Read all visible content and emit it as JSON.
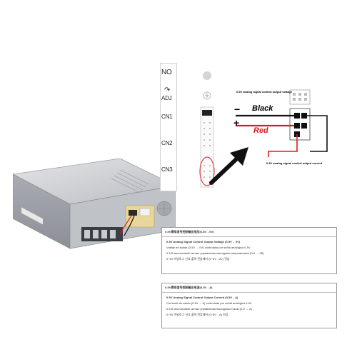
{
  "labels": {
    "no": "NO",
    "adj": "ADJ",
    "cn1": "CN1",
    "cn2": "CN2",
    "cn3": "CN3",
    "adj_symbol": "↷"
  },
  "wiring": {
    "top_note": "0-5V analog signal control output voltage",
    "bottom_note": "0-5V analog signal control output current",
    "black": "Black",
    "red": "Red",
    "minus": "−",
    "plus": "+"
  },
  "info_voltage": {
    "title": "0-5V模拟信号控制输出电压(0-5V→0V)",
    "lines": [
      "0-5V Analog Signal Control Output Voltage (0-5V→ 0V)",
      "Voltaje de salida (0-5V → 0V) controlado por señal analógica 0-5V",
      "0-5 В аналоговый сигнал управления выходным напряжением (0-5 → 0В)",
      "0~5V 아날로그 신호 출력 전압제어 (0~5V→0V) 전압"
    ]
  },
  "info_current": {
    "title": "0-5V模拟信号控制输出电流(0-5V→A)",
    "lines": [
      "0-5V Analog Signal Control Output Current (0-5V→A)",
      "Corriente de salida (0-5V → A) controlada por señal analógica 0-5V",
      "0-5 В аналоговый сигнал управления выходным током (0-5 → А)",
      "0~5V 아날로그 신호 출력 전류제어 (0~5V→A) 전류"
    ]
  },
  "colors": {
    "red_wire": "#d61f1f",
    "black_wire": "#111111",
    "psu_body": "#c9ccd1",
    "highlight_oval": "#e04040"
  }
}
